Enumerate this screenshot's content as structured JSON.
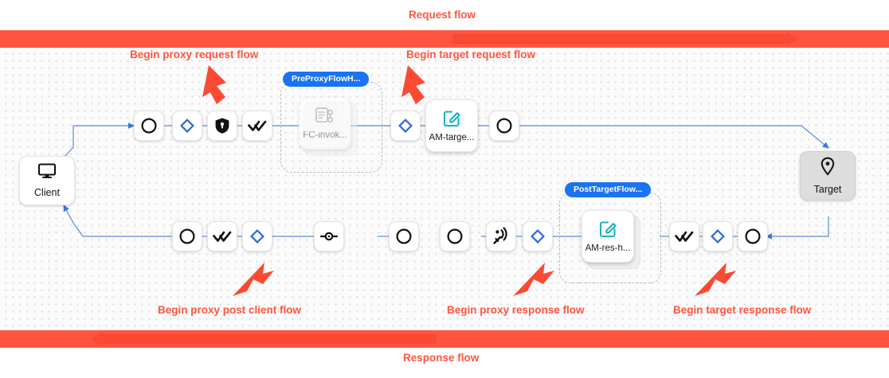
{
  "colors": {
    "flow_red": "#ff5540",
    "accent_blue": "#1a73f0",
    "wire_blue": "#4a7fd4",
    "teal": "#17b2c4",
    "target_gray": "#dddddd"
  },
  "bands": {
    "request_label": "Request flow",
    "response_label": "Response flow"
  },
  "endpoints": {
    "client": {
      "label": "Client",
      "icon": "monitor-icon"
    },
    "target": {
      "label": "Target",
      "icon": "location-pin-icon"
    }
  },
  "annotations": [
    {
      "id": "begin-proxy-request-flow",
      "text": "Begin proxy request flow"
    },
    {
      "id": "begin-target-request-flow",
      "text": "Begin target request flow"
    },
    {
      "id": "begin-proxy-post-client-flow",
      "text": "Begin proxy post client flow"
    },
    {
      "id": "begin-proxy-response-flow",
      "text": "Begin proxy response flow"
    },
    {
      "id": "begin-target-response-flow",
      "text": "Begin target response flow"
    }
  ],
  "groups": [
    {
      "id": "preproxyflowhook",
      "chip": "PreProxyFlowH..."
    },
    {
      "id": "posttargetflowhook",
      "chip": "PostTargetFlow..."
    }
  ],
  "request_row": [
    {
      "id": "rq-1",
      "icon": "circle-outline-icon"
    },
    {
      "id": "rq-2",
      "icon": "diamond-icon"
    },
    {
      "id": "rq-3",
      "icon": "shield-lock-icon"
    },
    {
      "id": "rq-4",
      "icon": "double-check-icon"
    },
    {
      "id": "rq-5",
      "icon": "policy-list-icon",
      "label": "FC-invok...",
      "card": true,
      "faded": true
    },
    {
      "id": "rq-6",
      "icon": "diamond-icon"
    },
    {
      "id": "rq-7",
      "icon": "edit-square-icon",
      "label": "AM-targe...",
      "card": true
    },
    {
      "id": "rq-8",
      "icon": "circle-outline-icon"
    }
  ],
  "response_row": [
    {
      "id": "rs-1",
      "icon": "circle-outline-icon"
    },
    {
      "id": "rs-2",
      "icon": "double-check-icon"
    },
    {
      "id": "rs-3",
      "icon": "diamond-icon"
    },
    {
      "id": "rs-4",
      "icon": "endpoint-link-icon"
    },
    {
      "id": "rs-5",
      "icon": "circle-outline-icon"
    },
    {
      "id": "rs-6",
      "icon": "circle-outline-icon"
    },
    {
      "id": "rs-7",
      "icon": "broadcast-icon"
    },
    {
      "id": "rs-8",
      "icon": "diamond-icon"
    },
    {
      "id": "rs-9",
      "icon": "edit-square-icon",
      "label": "AM-res-h...",
      "card": true
    },
    {
      "id": "rs-10",
      "icon": "double-check-icon"
    },
    {
      "id": "rs-11",
      "icon": "diamond-icon"
    },
    {
      "id": "rs-12",
      "icon": "circle-outline-icon"
    }
  ]
}
